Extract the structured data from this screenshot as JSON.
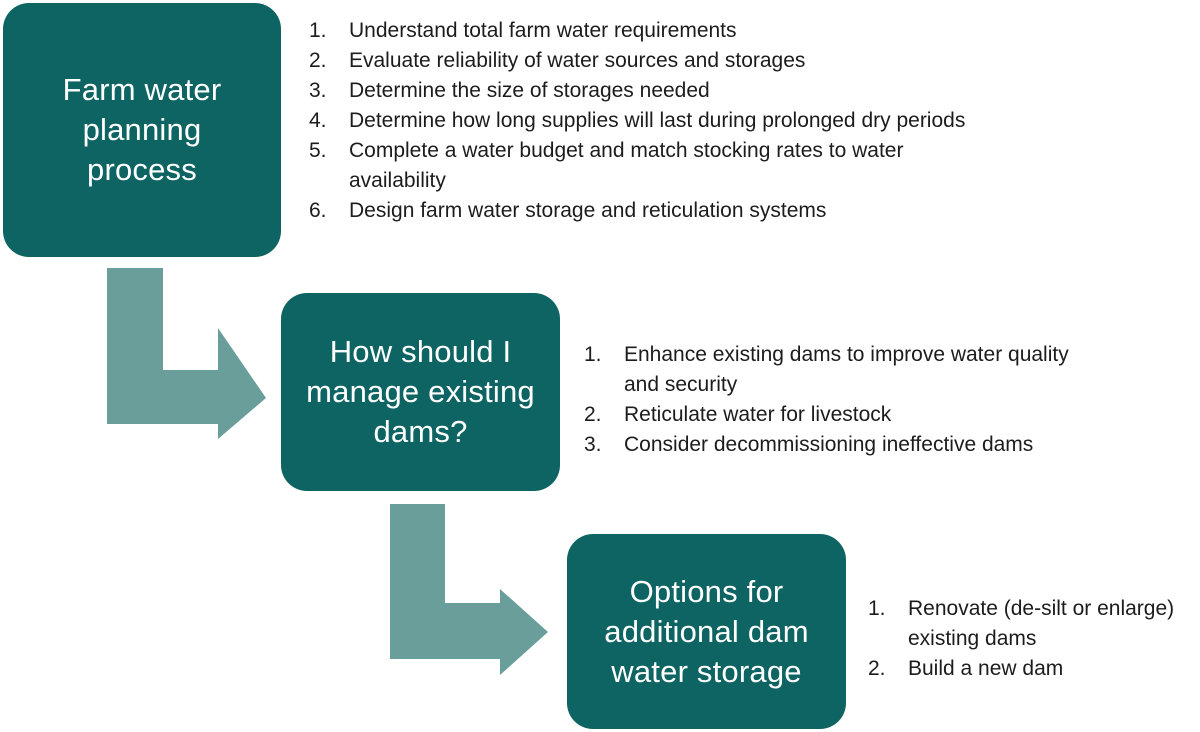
{
  "steps": [
    {
      "title": "Farm water\nplanning\nprocess",
      "items": [
        {
          "num": "1.",
          "text": "Understand total farm water requirements"
        },
        {
          "num": "2.",
          "text": "Evaluate reliability of water sources and storages"
        },
        {
          "num": "3.",
          "text": "Determine the size of storages needed"
        },
        {
          "num": "4.",
          "text": "Determine how long supplies will last during prolonged dry periods"
        },
        {
          "num": "5.",
          "text": "Complete a water budget and match stocking rates to water availability"
        },
        {
          "num": "6.",
          "text": "Design farm water storage and reticulation systems"
        }
      ]
    },
    {
      "title": "How should I\nmanage existing\ndams?",
      "items": [
        {
          "num": "1.",
          "text": "Enhance existing dams to improve water quality and security"
        },
        {
          "num": "2.",
          "text": "Reticulate water for livestock"
        },
        {
          "num": "3.",
          "text": "Consider decommissioning ineffective dams"
        }
      ]
    },
    {
      "title": "Options for\nadditional dam\nwater storage",
      "items": [
        {
          "num": "1.",
          "text": "Renovate (de-silt or enlarge) existing dams"
        },
        {
          "num": "2.",
          "text": "Build a new dam"
        }
      ]
    }
  ],
  "colors": {
    "box_fill": "#0e6462",
    "arrow_fill": "#6a9e9b",
    "box_text": "#ffffff",
    "list_text": "#1c1c1c"
  }
}
